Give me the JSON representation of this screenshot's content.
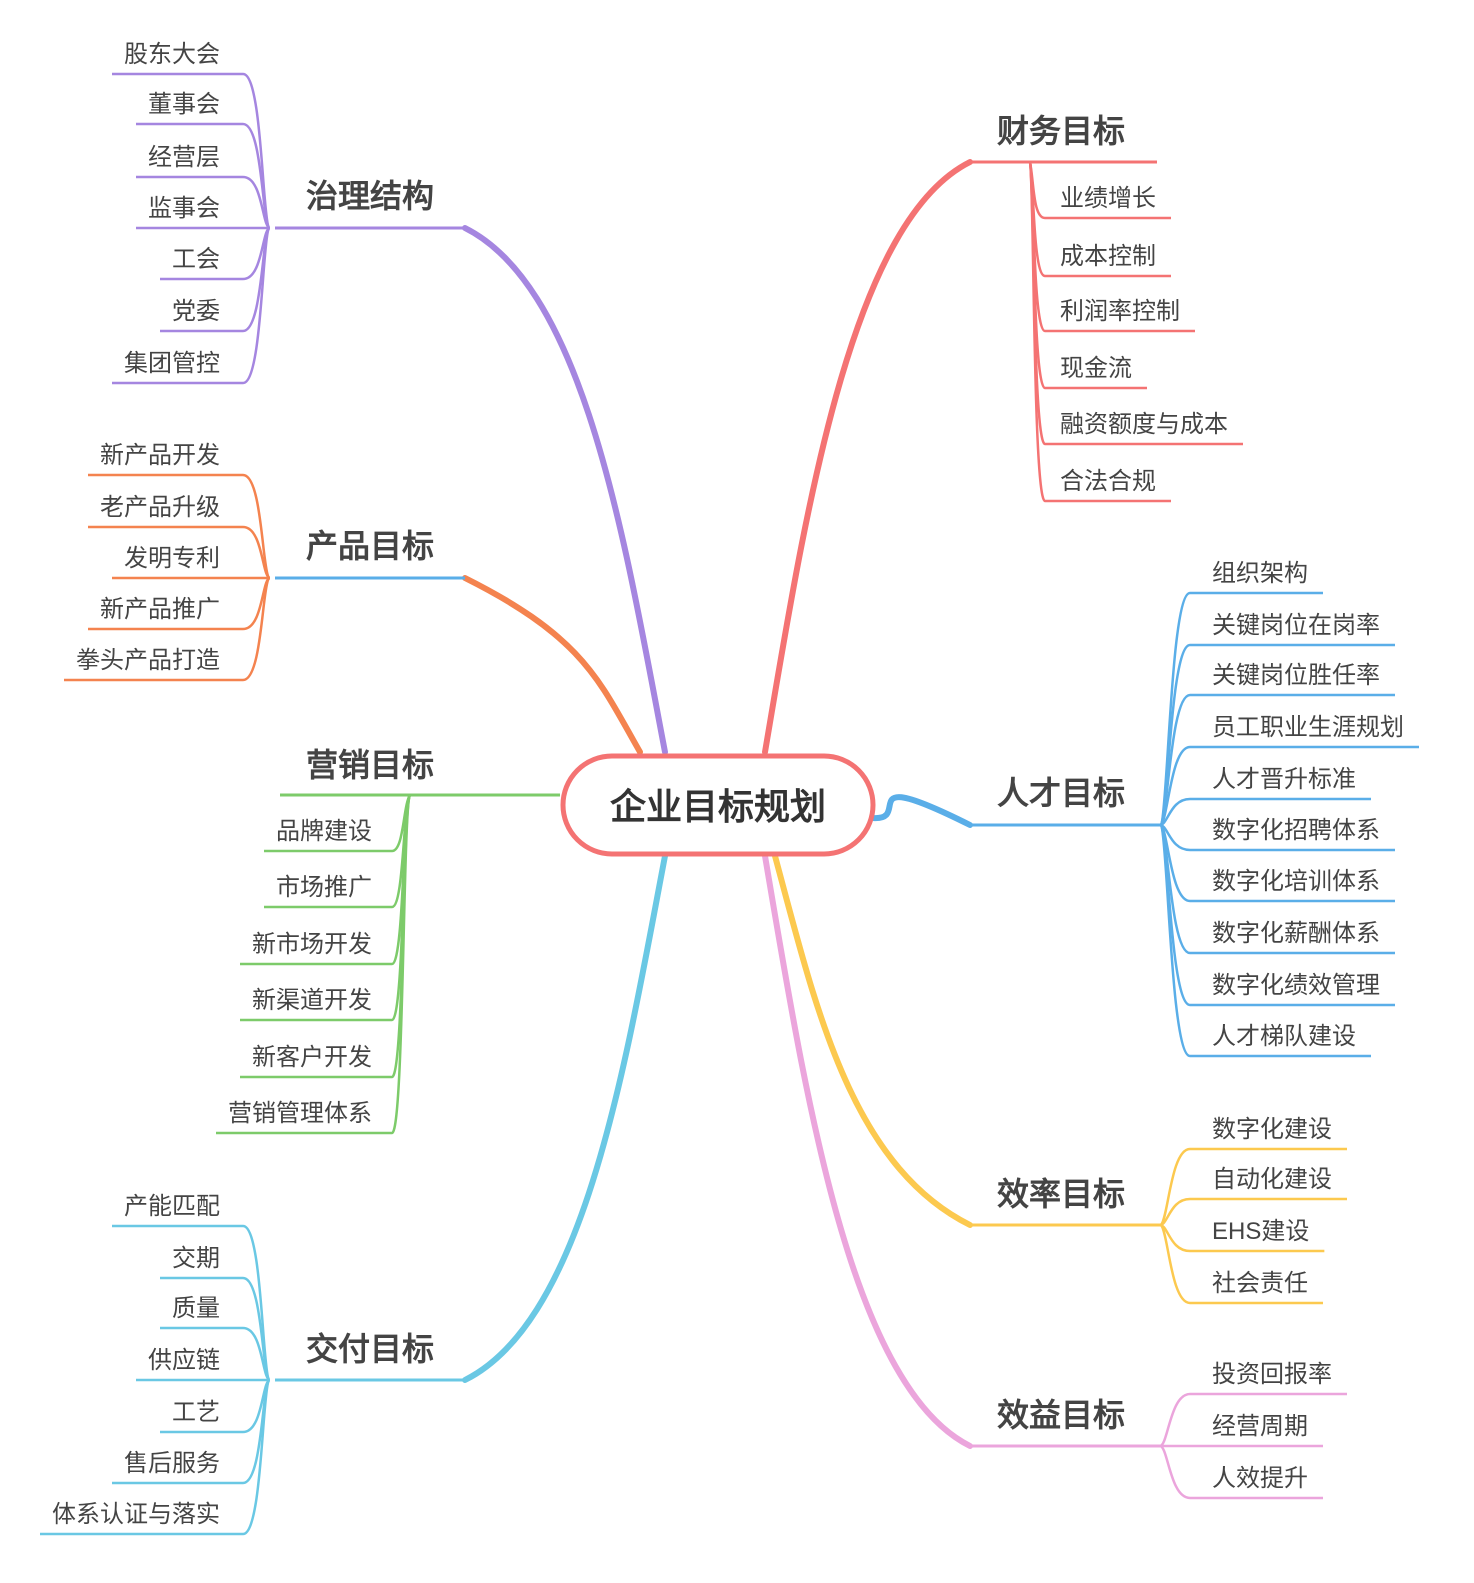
{
  "center": {
    "label": "企业目标规划",
    "color": "#f47373"
  },
  "branches": [
    {
      "label": "治理结构",
      "color": "#a586e0",
      "children": [
        "股东大会",
        "董事会",
        "经营层",
        "监事会",
        "工会",
        "党委",
        "集团管控"
      ]
    },
    {
      "label": "产品目标",
      "color": "#f4834f",
      "underline_color": "#5aaee8",
      "children": [
        "新产品开发",
        "老产品升级",
        "发明专利",
        "新产品推广",
        "拳头产品打造"
      ]
    },
    {
      "label": "营销目标",
      "color": "#7dcb6a",
      "children": [
        "品牌建设",
        "市场推广",
        "新市场开发",
        "新渠道开发",
        "新客户开发",
        "营销管理体系"
      ]
    },
    {
      "label": "交付目标",
      "color": "#6ac8e4",
      "children": [
        "产能匹配",
        "交期",
        "质量",
        "供应链",
        "工艺",
        "售后服务",
        "体系认证与落实"
      ]
    },
    {
      "label": "财务目标",
      "color": "#f47373",
      "children": [
        "业绩增长",
        "成本控制",
        "利润率控制",
        "现金流",
        "融资额度与成本",
        "合法合规"
      ]
    },
    {
      "label": "人才目标",
      "color": "#5aaee8",
      "children": [
        "组织架构",
        "关键岗位在岗率",
        "关键岗位胜任率",
        "员工职业生涯规划",
        "人才晋升标准",
        "数字化招聘体系",
        "数字化培训体系",
        "数字化薪酬体系",
        "数字化绩效管理",
        "人才梯队建设"
      ]
    },
    {
      "label": "效率目标",
      "color": "#fcc94f",
      "children": [
        "数字化建设",
        "自动化建设",
        "EHS建设",
        "社会责任"
      ]
    },
    {
      "label": "效益目标",
      "color": "#eba5dc",
      "children": [
        "投资回报率",
        "经营周期",
        "人效提升"
      ]
    }
  ]
}
